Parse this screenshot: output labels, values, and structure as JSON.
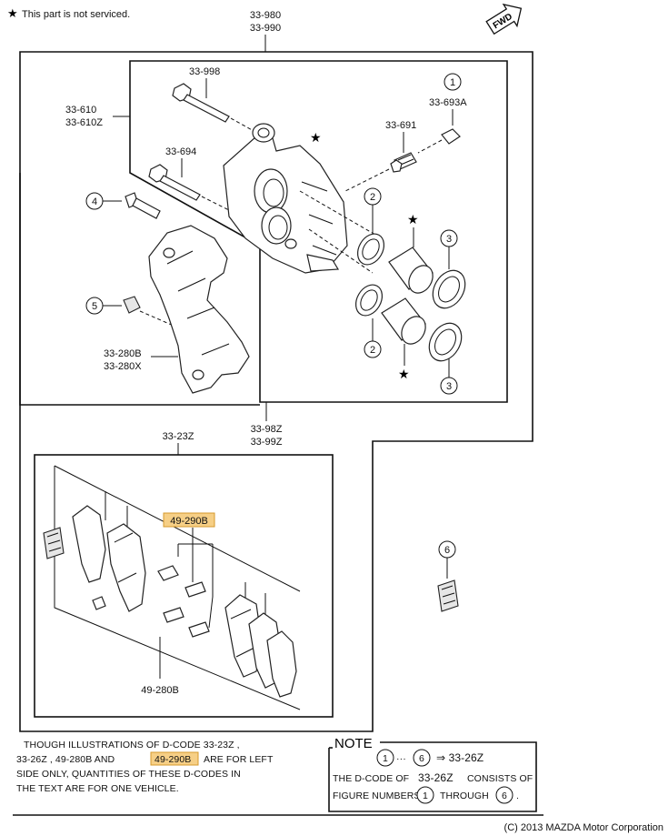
{
  "legend": {
    "star_note": "This part is not serviced."
  },
  "fwd_label": "FWD",
  "callouts": {
    "c33_980": "33-980",
    "c33_990": "33-990",
    "c33_998": "33-998",
    "c33_610": "33-610",
    "c33_610z": "33-610Z",
    "c33_693a": "33-693A",
    "c33_691": "33-691",
    "c33_694": "33-694",
    "c33_280b": "33-280B",
    "c33_280x": "33-280X",
    "c33_98z": "33-98Z",
    "c33_99z": "33-99Z",
    "c33_23z": "33-23Z",
    "c49_290b": "49-290B",
    "c49_280b": "49-280B"
  },
  "figure_numbers": {
    "n1": "1",
    "n2": "2",
    "n3": "3",
    "n4": "4",
    "n5": "5",
    "n6": "6"
  },
  "highlight_color": "#f6cf86",
  "footnote": {
    "line1_a": "THOUGH ILLUSTRATIONS OF D-CODE 33-23Z ,",
    "line2_a": "33-26Z , 49-280B AND",
    "line2_hl": "49-290B",
    "line2_b": "ARE FOR LEFT",
    "line3": "SIDE ONLY, QUANTITIES OF THESE D-CODES IN",
    "line4": "THE TEXT ARE FOR ONE VEHICLE."
  },
  "note_box": {
    "title": "NOTE",
    "range_start": "1",
    "range_sep": "···",
    "range_end": "6",
    "arrow_code": "⇒ 33-26Z",
    "line2_a": "THE D-CODE OF",
    "line2_code": "33-26Z",
    "line2_b": "CONSISTS OF",
    "line3_a": "FIGURE NUMBERS",
    "line3_n1": "1",
    "line3_mid": "THROUGH",
    "line3_n6": "6",
    "line3_end": "."
  },
  "copyright": "(C) 2013 MAZDA Motor Corporation"
}
